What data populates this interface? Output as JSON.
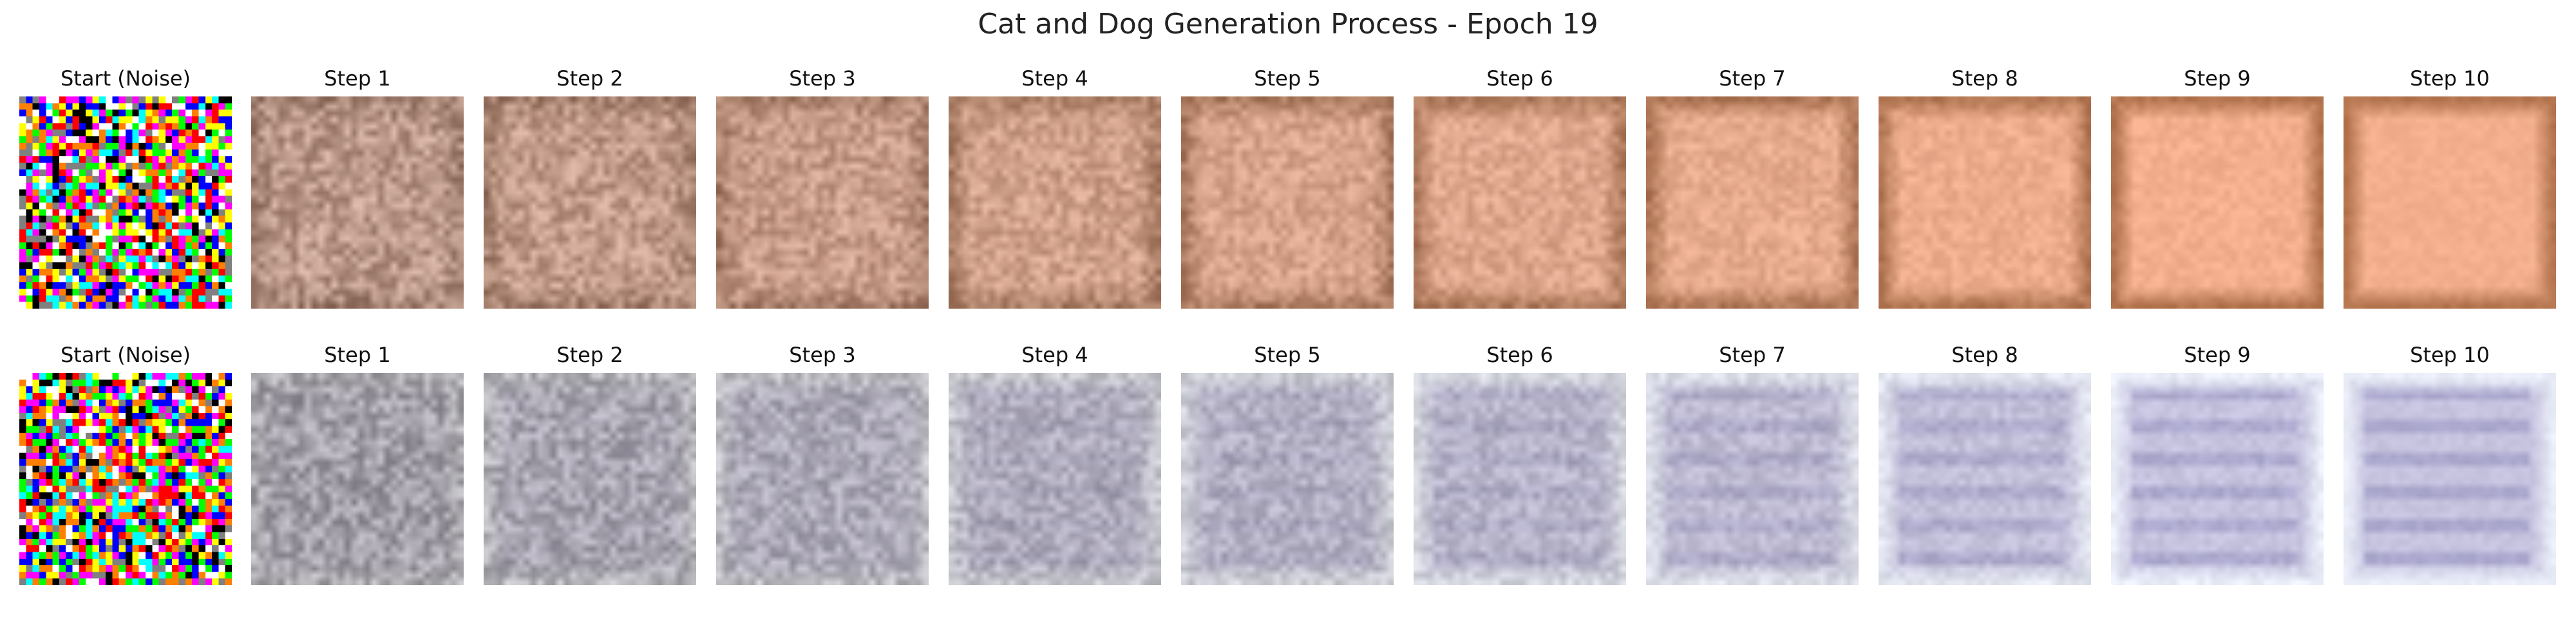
{
  "figure": {
    "title": "Cat and Dog Generation Process - Epoch 19"
  },
  "rows": [
    {
      "id": "row-1",
      "palette": "warm",
      "panels": [
        {
          "label": "Start (Noise)",
          "step": 0
        },
        {
          "label": "Step 1",
          "step": 1
        },
        {
          "label": "Step 2",
          "step": 2
        },
        {
          "label": "Step 3",
          "step": 3
        },
        {
          "label": "Step 4",
          "step": 4
        },
        {
          "label": "Step 5",
          "step": 5
        },
        {
          "label": "Step 6",
          "step": 6
        },
        {
          "label": "Step 7",
          "step": 7
        },
        {
          "label": "Step 8",
          "step": 8
        },
        {
          "label": "Step 9",
          "step": 9
        },
        {
          "label": "Step 10",
          "step": 10
        }
      ]
    },
    {
      "id": "row-2",
      "palette": "cool",
      "panels": [
        {
          "label": "Start (Noise)",
          "step": 0
        },
        {
          "label": "Step 1",
          "step": 1
        },
        {
          "label": "Step 2",
          "step": 2
        },
        {
          "label": "Step 3",
          "step": 3
        },
        {
          "label": "Step 4",
          "step": 4
        },
        {
          "label": "Step 5",
          "step": 5
        },
        {
          "label": "Step 6",
          "step": 6
        },
        {
          "label": "Step 7",
          "step": 7
        },
        {
          "label": "Step 8",
          "step": 8
        },
        {
          "label": "Step 9",
          "step": 9
        },
        {
          "label": "Step 10",
          "step": 10
        }
      ]
    }
  ],
  "colors": {
    "warm_center": "#f4b08e",
    "warm_edge": "#a4663f",
    "warm_early": "#9c8a86",
    "cool_center": "#c7c4e0",
    "cool_edge": "#eef3fb",
    "cool_band": "#8a86b8",
    "cool_early": "#8f8b8c",
    "noise_palette": [
      "#ff0000",
      "#00ff00",
      "#0000ff",
      "#ffff00",
      "#ff00ff",
      "#00ffff",
      "#000000",
      "#ffffff",
      "#808080",
      "#ff8000"
    ]
  }
}
